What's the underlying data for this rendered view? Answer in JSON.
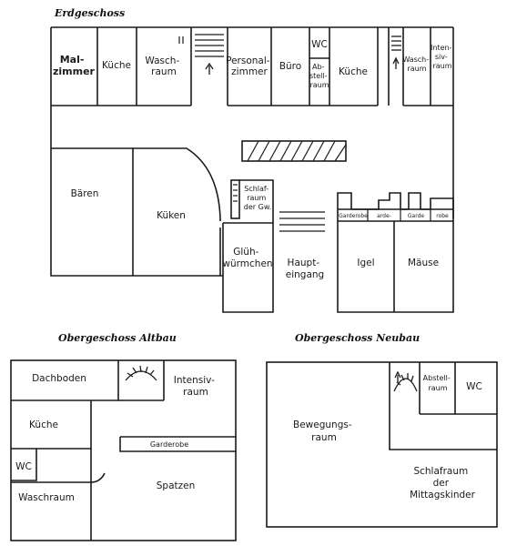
{
  "headings": {
    "ground": "Erdgeschoss",
    "upper_old": "Obergeschoss Altbau",
    "upper_new": "Obergeschoss Neubau"
  },
  "rooms": {
    "malzimmer_1": "Mal-",
    "malzimmer_2": "zimmer",
    "kueche_eg1": "Küche",
    "waschraum_eg1_1": "Wasch-",
    "waschraum_eg1_2": "raum",
    "personal_1": "Personal-",
    "personal_2": "zimmer",
    "buero": "Büro",
    "wc_eg": "WC",
    "abstell_eg_1": "Ab-",
    "abstell_eg_2": "stell-",
    "abstell_eg_3": "raum",
    "kueche_eg2": "Küche",
    "waschraum_eg2_1": "Wasch-",
    "waschraum_eg2_2": "raum",
    "intensiv_eg_1": "Inten-",
    "intensiv_eg_2": "siv-",
    "intensiv_eg_3": "raum",
    "baeren": "Bären",
    "kueken": "Küken",
    "schlaf_gw_1": "Schlaf-",
    "schlaf_gw_2": "raum",
    "schlaf_gw_3": "der Gw.",
    "gluehwuermchen_1": "Glüh-",
    "gluehwuermchen_2": "würmchen",
    "haupteingang_1": "Haupt-",
    "haupteingang_2": "eingang",
    "garderobe_eg_1": "Garderobe",
    "garderobe_eg_2": "arde-",
    "garderobe_eg_3": "Garde",
    "garderobe_eg_4": "robe",
    "igel": "Igel",
    "maeuse": "Mäuse",
    "dachboden": "Dachboden",
    "intensiv_oa_1": "Intensiv-",
    "intensiv_oa_2": "raum",
    "kueche_oa": "Küche",
    "garderobe_oa": "Garderobe",
    "wc_oa": "WC",
    "spatzen": "Spatzen",
    "waschraum_oa": "Waschraum",
    "bewegung_1": "Bewegungs-",
    "bewegung_2": "raum",
    "abstell_on_1": "Abstell-",
    "abstell_on_2": "raum",
    "wc_on": "WC",
    "schlaf_on_1": "Schlafraum",
    "schlaf_on_2": "der",
    "schlaf_on_3": "Mittagskinder"
  }
}
